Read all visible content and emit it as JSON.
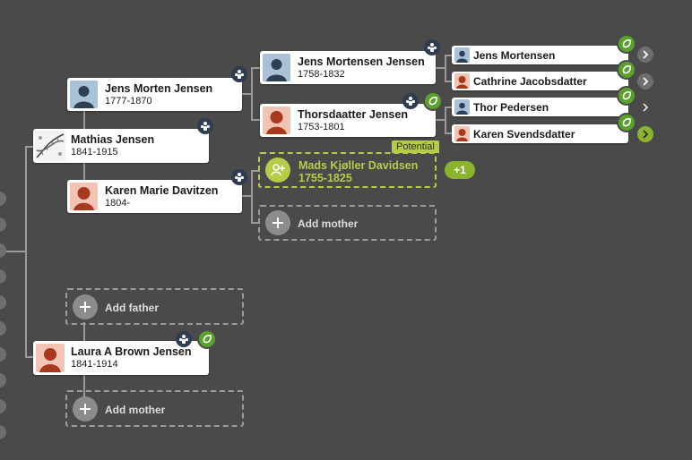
{
  "people": {
    "mathias": {
      "name": "Mathias Jensen",
      "dates": "1841-1915"
    },
    "laura": {
      "name": "Laura A Brown Jensen",
      "dates": "1841-1914"
    },
    "jens_morten": {
      "name": "Jens Morten Jensen",
      "dates": "1777-1870"
    },
    "karen_marie": {
      "name": "Karen Marie Davitzen",
      "dates": "1804-"
    },
    "jens_mortensen_jensen": {
      "name": "Jens Mortensen Jensen",
      "dates": "1758-1832"
    },
    "thorsdaatter": {
      "name": "Thorsdaatter Jensen",
      "dates": "1753-1801"
    },
    "jens_mortensen": {
      "name": "Jens Mortensen"
    },
    "cathrine": {
      "name": "Cathrine Jacobsdatter"
    },
    "thor": {
      "name": "Thor Pedersen"
    },
    "karen_svends": {
      "name": "Karen Svendsdatter"
    }
  },
  "potential": {
    "tag": "Potential",
    "name": "Mads Kjøller Davidsen",
    "dates": "1755-1825",
    "count": "+1"
  },
  "actions": {
    "add_mother": "Add mother",
    "add_father": "Add father"
  },
  "colors": {
    "background": "#4a4a4a",
    "hint_green": "#5aa02c",
    "potential": "#b5cc48",
    "badge": "#2f3b4f"
  },
  "icons": {
    "family": "family-icon",
    "hint": "record-hint-icon",
    "expand": "chevron-right-icon",
    "add": "plus-icon",
    "add_person": "add-person-icon",
    "dna": "dna-icon"
  }
}
